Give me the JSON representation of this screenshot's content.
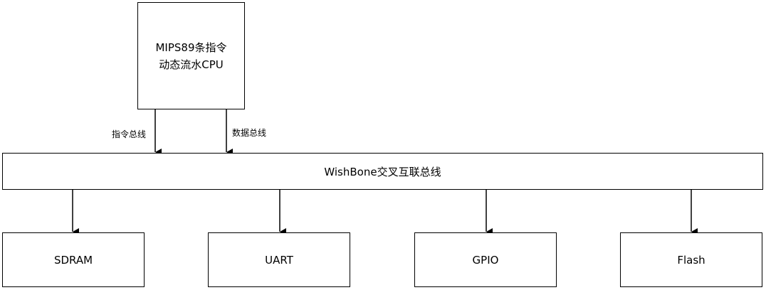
{
  "cpu": {
    "line1": "MIPS89条指令",
    "line2": "动态流水CPU"
  },
  "bus": {
    "label": "WishBone交叉互联总线"
  },
  "links": {
    "instr_bus": "指令总线",
    "data_bus": "数据总线"
  },
  "peripherals": [
    {
      "label": "SDRAM"
    },
    {
      "label": "UART"
    },
    {
      "label": "GPIO"
    },
    {
      "label": "Flash"
    }
  ],
  "colors": {
    "line": "#000000",
    "background": "#ffffff"
  }
}
